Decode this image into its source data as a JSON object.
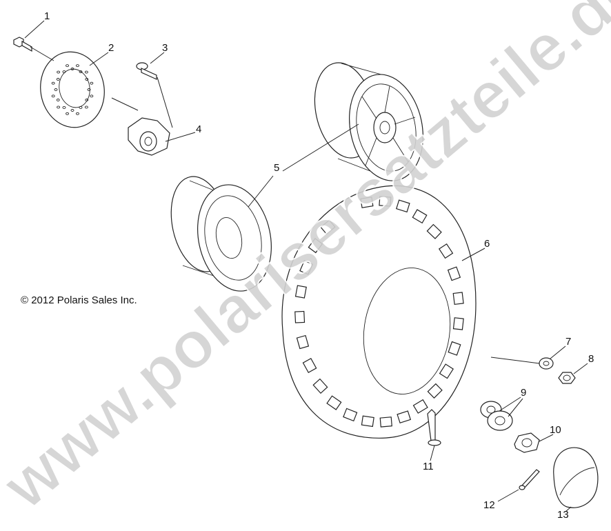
{
  "copyright": "© 2012 Polaris Sales Inc.",
  "watermark": "www.polarisersatzteile.de",
  "colors": {
    "line": "#222222",
    "watermark": "#d2d2d2"
  },
  "callouts": [
    {
      "label": "1",
      "part": "bolt"
    },
    {
      "label": "2",
      "part": "brake-disc"
    },
    {
      "label": "3",
      "part": "stud"
    },
    {
      "label": "4",
      "part": "wheel-hub"
    },
    {
      "label": "5",
      "part": "rim"
    },
    {
      "label": "6",
      "part": "tire"
    },
    {
      "label": "7",
      "part": "washer"
    },
    {
      "label": "8",
      "part": "nut"
    },
    {
      "label": "9",
      "part": "washers"
    },
    {
      "label": "10",
      "part": "castle-nut"
    },
    {
      "label": "11",
      "part": "valve-stem"
    },
    {
      "label": "12",
      "part": "cotter-pin"
    },
    {
      "label": "13",
      "part": "hub-cap"
    }
  ]
}
